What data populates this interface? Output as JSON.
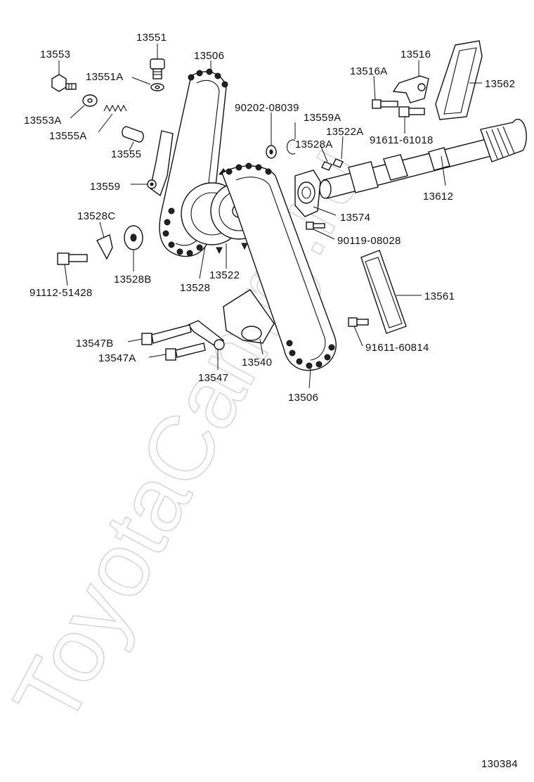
{
  "watermark": "ToyotaCamry.ru",
  "diagram_id": "130384",
  "labels": {
    "p13553": "13553",
    "p13551": "13551",
    "p13551A": "13551A",
    "p13553A": "13553A",
    "p13555A": "13555A",
    "p13555": "13555",
    "p13559": "13559",
    "p13506_top": "13506",
    "p90202": "90202-08039",
    "p13559A": "13559A",
    "p13522A": "13522A",
    "p13528A": "13528A",
    "p13516A": "13516A",
    "p13516": "13516",
    "p13562": "13562",
    "p91611_61018": "91611-61018",
    "p13612": "13612",
    "p13574": "13574",
    "p90119": "90119-08028",
    "p13528C": "13528C",
    "p13528B": "13528B",
    "p91112": "91112-51428",
    "p13528": "13528",
    "p13522": "13522",
    "p13561": "13561",
    "p91611_60814": "91611-60814",
    "p13547B": "13547B",
    "p13547A": "13547A",
    "p13547": "13547",
    "p13540": "13540",
    "p13506_bottom": "13506"
  }
}
